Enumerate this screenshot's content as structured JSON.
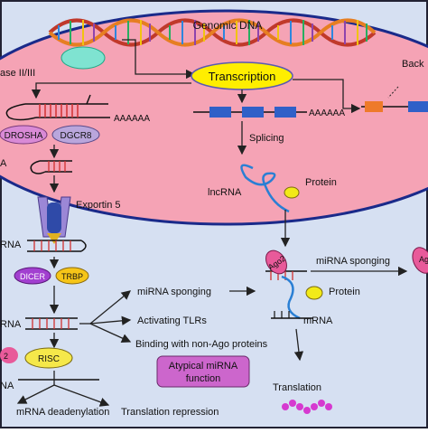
{
  "labels": {
    "genomic_dna": "Genomic DNA",
    "polymerase": "ase II/III",
    "transcription": "Transcription",
    "back": "Back",
    "polya_1": "AAAAAA",
    "polya_2": "AAAAAA",
    "drosha": "DROSHA",
    "dgcr8": "DGCR8",
    "pre_mirna_cut": "A",
    "splicing": "Splicing",
    "protein_nucleus": "Protein",
    "lncrna": "lncRNA",
    "exportin": "Exportin 5",
    "rna_cut_1": "RNA",
    "dicer": "DICER",
    "trbp": "TRBP",
    "rna_cut_2": "RNA",
    "mirna_sponging_1": "miRNA sponging",
    "activating_tlrs": "Activating TLRs",
    "binding_non_ago": "Binding with non-Ago proteins",
    "atypical_line1": "Atypical miRNA",
    "atypical_line2": "function",
    "ago2_left": "2",
    "risc": "RISC",
    "rna_cut_3": "NA",
    "mrna_deadenylation": "mRNA deadenylation",
    "translation_repression": "Translation repression",
    "ago2": "Ago2",
    "mirna_sponging_2": "miRNA sponging",
    "protein_cyto": "Protein",
    "mrna": "mRNA",
    "translation": "Translation",
    "ago_right": "Ag"
  },
  "colors": {
    "cell_bg": "#d6e0f2",
    "nucleus": "#f5a3b5",
    "transcription_oval": "#ffee00",
    "drosha": "#d98ad6",
    "dgcr8": "#b9a6dc",
    "dicer": "#a23fd0",
    "trbp": "#f6c518",
    "risc": "#f5e84a",
    "ago2": "#e85a9a",
    "exons": "#3060c8",
    "back_exon": "#ee7a2a",
    "protein_blob": "#f2ea18",
    "peptide": "#d639d0"
  }
}
